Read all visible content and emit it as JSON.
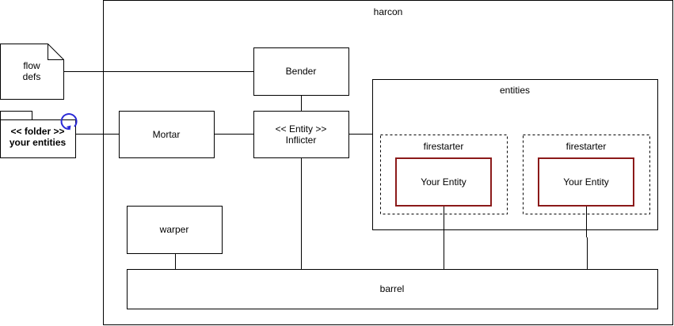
{
  "diagram": {
    "container_title": "harcon",
    "flow_defs": {
      "line1": "flow",
      "line2": "defs"
    },
    "folder": {
      "line1": "<< folder >>",
      "line2": "your entities"
    },
    "mortar": "Mortar",
    "bender": "Bender",
    "inflicter": {
      "line1": "<< Entity >>",
      "line2": "Inflicter"
    },
    "entities_title": "entities",
    "firestarters": [
      {
        "title": "firestarter",
        "entity": "Your Entity"
      },
      {
        "title": "firestarter",
        "entity": "Your Entity"
      }
    ],
    "warper": "warper",
    "barrel": "barrel"
  },
  "colors": {
    "stroke": "#000000",
    "entity_border": "#8b1a1a",
    "loop_icon": "#2a2ad6"
  },
  "icons": {
    "folder_loop": "refresh-loop-icon"
  }
}
